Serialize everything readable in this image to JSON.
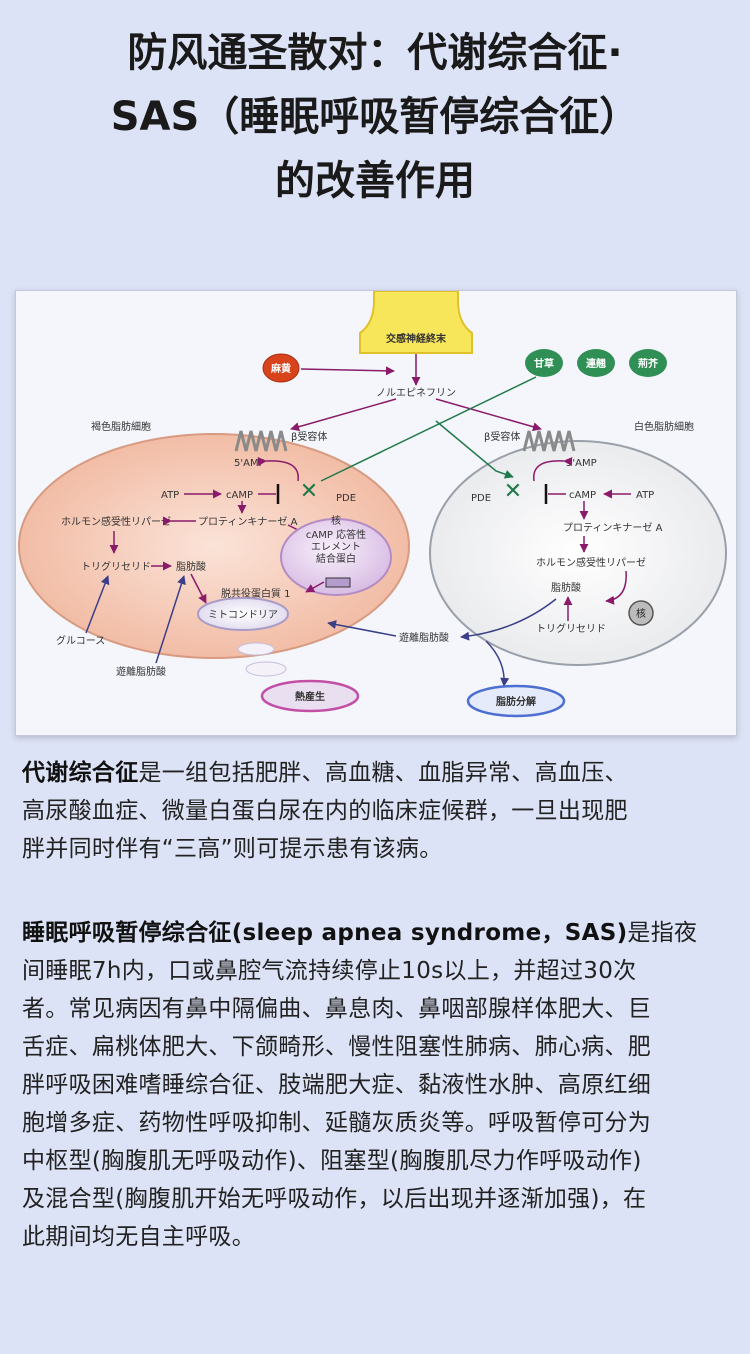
{
  "title": {
    "line1": "防风通圣散对：代谢综合征·",
    "line2": "SAS（睡眠呼吸暂停综合征）",
    "line3": "的改善作用"
  },
  "diagram": {
    "nerve_ending": "交感神経終末",
    "mahuang": "麻黄",
    "herbs": [
      "甘草",
      "連翹",
      "荊芥"
    ],
    "norepinephrine": "ノルエピネフリン",
    "brown_cell": "褐色脂肪細胞",
    "white_cell": "白色脂肪細胞",
    "beta_receptor": "β受容体",
    "amp5": "5'AMP",
    "atp": "ATP",
    "camp": "cAMP",
    "pde": "PDE",
    "pka": "プロティンキナーゼ A",
    "hsl": "ホルモン感受性リパーゼ",
    "tg": "トリグリセリド",
    "fa": "脂肪酸",
    "glucose": "グルコース",
    "free_fa": "遊離脂肪酸",
    "nucleus": "核",
    "creb": [
      "cAMP 応答性",
      "エレメント",
      "結合蛋白"
    ],
    "ucp1": "脱共役蛋白質 1",
    "mito": "ミトコンドリア",
    "heat": "熱産生",
    "lipolysis": "脂肪分解"
  },
  "para1": {
    "bold": "代谢综合征",
    "lines": [
      "是一组包括肥胖、高血糖、血脂异常、高血压、",
      "高尿酸血症、微量白蛋白尿在内的临床症候群，一旦出现肥",
      "胖并同时伴有“三高”则可提示患有该病。"
    ]
  },
  "para2": {
    "bold": "睡眠呼吸暂停综合征(sleep apnea syndrome，SAS)",
    "lines": [
      "是指夜",
      "间睡眠7h内，口或鼻腔气流持续停止10s以上，并超过30次",
      "者。常见病因有鼻中隔偏曲、鼻息肉、鼻咽部腺样体肥大、巨",
      "舌症、扁桃体肥大、下颌畸形、慢性阻塞性肺病、肺心病、肥",
      "胖呼吸困难嗜睡综合征、肢端肥大症、黏液性水肿、高原红细",
      "胞增多症、药物性呼吸抑制、延髓灰质炎等。呼吸暂停可分为",
      "中枢型(胸腹肌无呼吸动作)、阻塞型(胸腹肌尽力作呼吸动作)",
      "及混合型(胸腹肌开始无呼吸动作，以后出现并逐渐加强)，在",
      "此期间均无自主呼吸。"
    ]
  },
  "colors": {
    "background": "#dde3f6",
    "nerve": "#f7e55a",
    "mahuang": "#d8431c",
    "herb": "#2f8f55",
    "arrow": "#8a1b6b",
    "herb_line": "#1f7a4a"
  }
}
